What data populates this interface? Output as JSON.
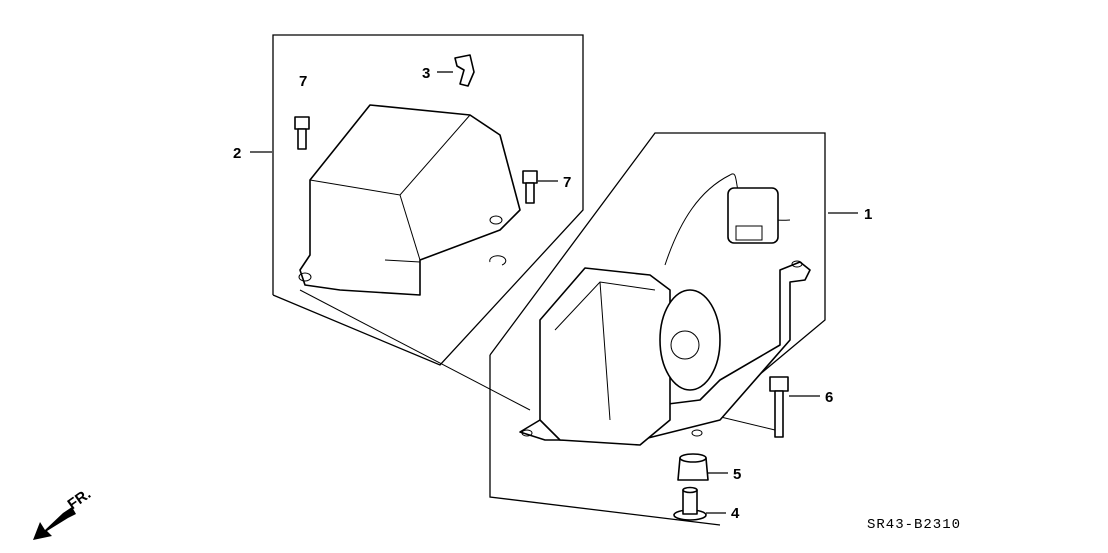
{
  "diagram": {
    "callouts": [
      {
        "id": "callout-1",
        "text": "1"
      },
      {
        "id": "callout-2",
        "text": "2"
      },
      {
        "id": "callout-3",
        "text": "3"
      },
      {
        "id": "callout-4",
        "text": "4"
      },
      {
        "id": "callout-5",
        "text": "5"
      },
      {
        "id": "callout-6",
        "text": "6"
      },
      {
        "id": "callout-7a",
        "text": "7"
      },
      {
        "id": "callout-7b",
        "text": "7"
      }
    ],
    "front_indicator": "FR.",
    "diagram_code": "SR43-B2310"
  }
}
